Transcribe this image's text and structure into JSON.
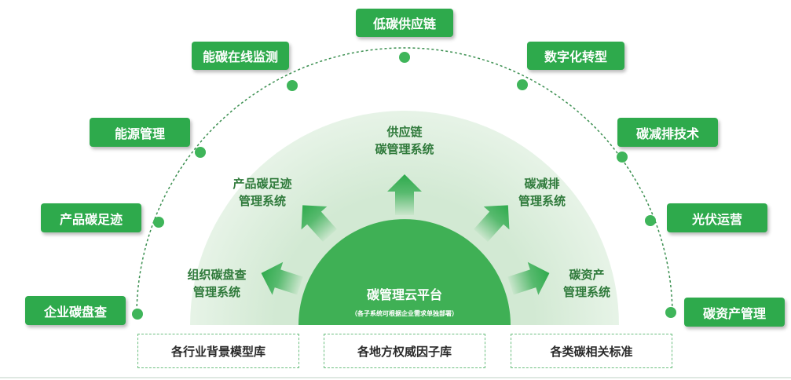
{
  "outer_tags": [
    {
      "label": "低碳供应链"
    },
    {
      "label": "能碳在线监测"
    },
    {
      "label": "数字化转型"
    },
    {
      "label": "能源管理"
    },
    {
      "label": "碳减排技术"
    },
    {
      "label": "产品碳足迹"
    },
    {
      "label": "光伏运营"
    },
    {
      "label": "企业碳盘查"
    },
    {
      "label": "碳资产管理"
    }
  ],
  "inner_systems": [
    {
      "line1": "供应链",
      "line2": "碳管理系统"
    },
    {
      "line1": "产品碳足迹",
      "line2": "管理系统"
    },
    {
      "line1": "碳减排",
      "line2": "管理系统"
    },
    {
      "line1": "组织碳盘查",
      "line2": "管理系统"
    },
    {
      "line1": "碳资产",
      "line2": "管理系统"
    }
  ],
  "core": {
    "title": "碳管理云平台",
    "note": "（各子系统可根据企业需求单独部署）"
  },
  "foundation": [
    {
      "label": "各行业背景模型库"
    },
    {
      "label": "各地方权威因子库"
    },
    {
      "label": "各类碳相关标准"
    }
  ],
  "colors": {
    "primary": "#2eaa4c",
    "inner_area": "#e3f1e3",
    "text_green": "#2f7a3b"
  }
}
